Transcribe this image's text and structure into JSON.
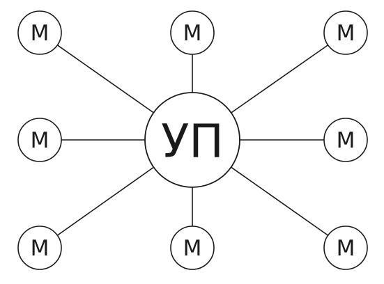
{
  "diagram": {
    "hub": {
      "label": "УП"
    },
    "nodes": [
      {
        "id": "top-left",
        "label": "М"
      },
      {
        "id": "top-center",
        "label": "М"
      },
      {
        "id": "top-right",
        "label": "М"
      },
      {
        "id": "middle-left",
        "label": "М"
      },
      {
        "id": "middle-right",
        "label": "М"
      },
      {
        "id": "bottom-left",
        "label": "М"
      },
      {
        "id": "bottom-center",
        "label": "М"
      },
      {
        "id": "bottom-right",
        "label": "М"
      }
    ],
    "colors": {
      "stroke": "#1a1a1a",
      "fill": "#ffffff"
    }
  }
}
